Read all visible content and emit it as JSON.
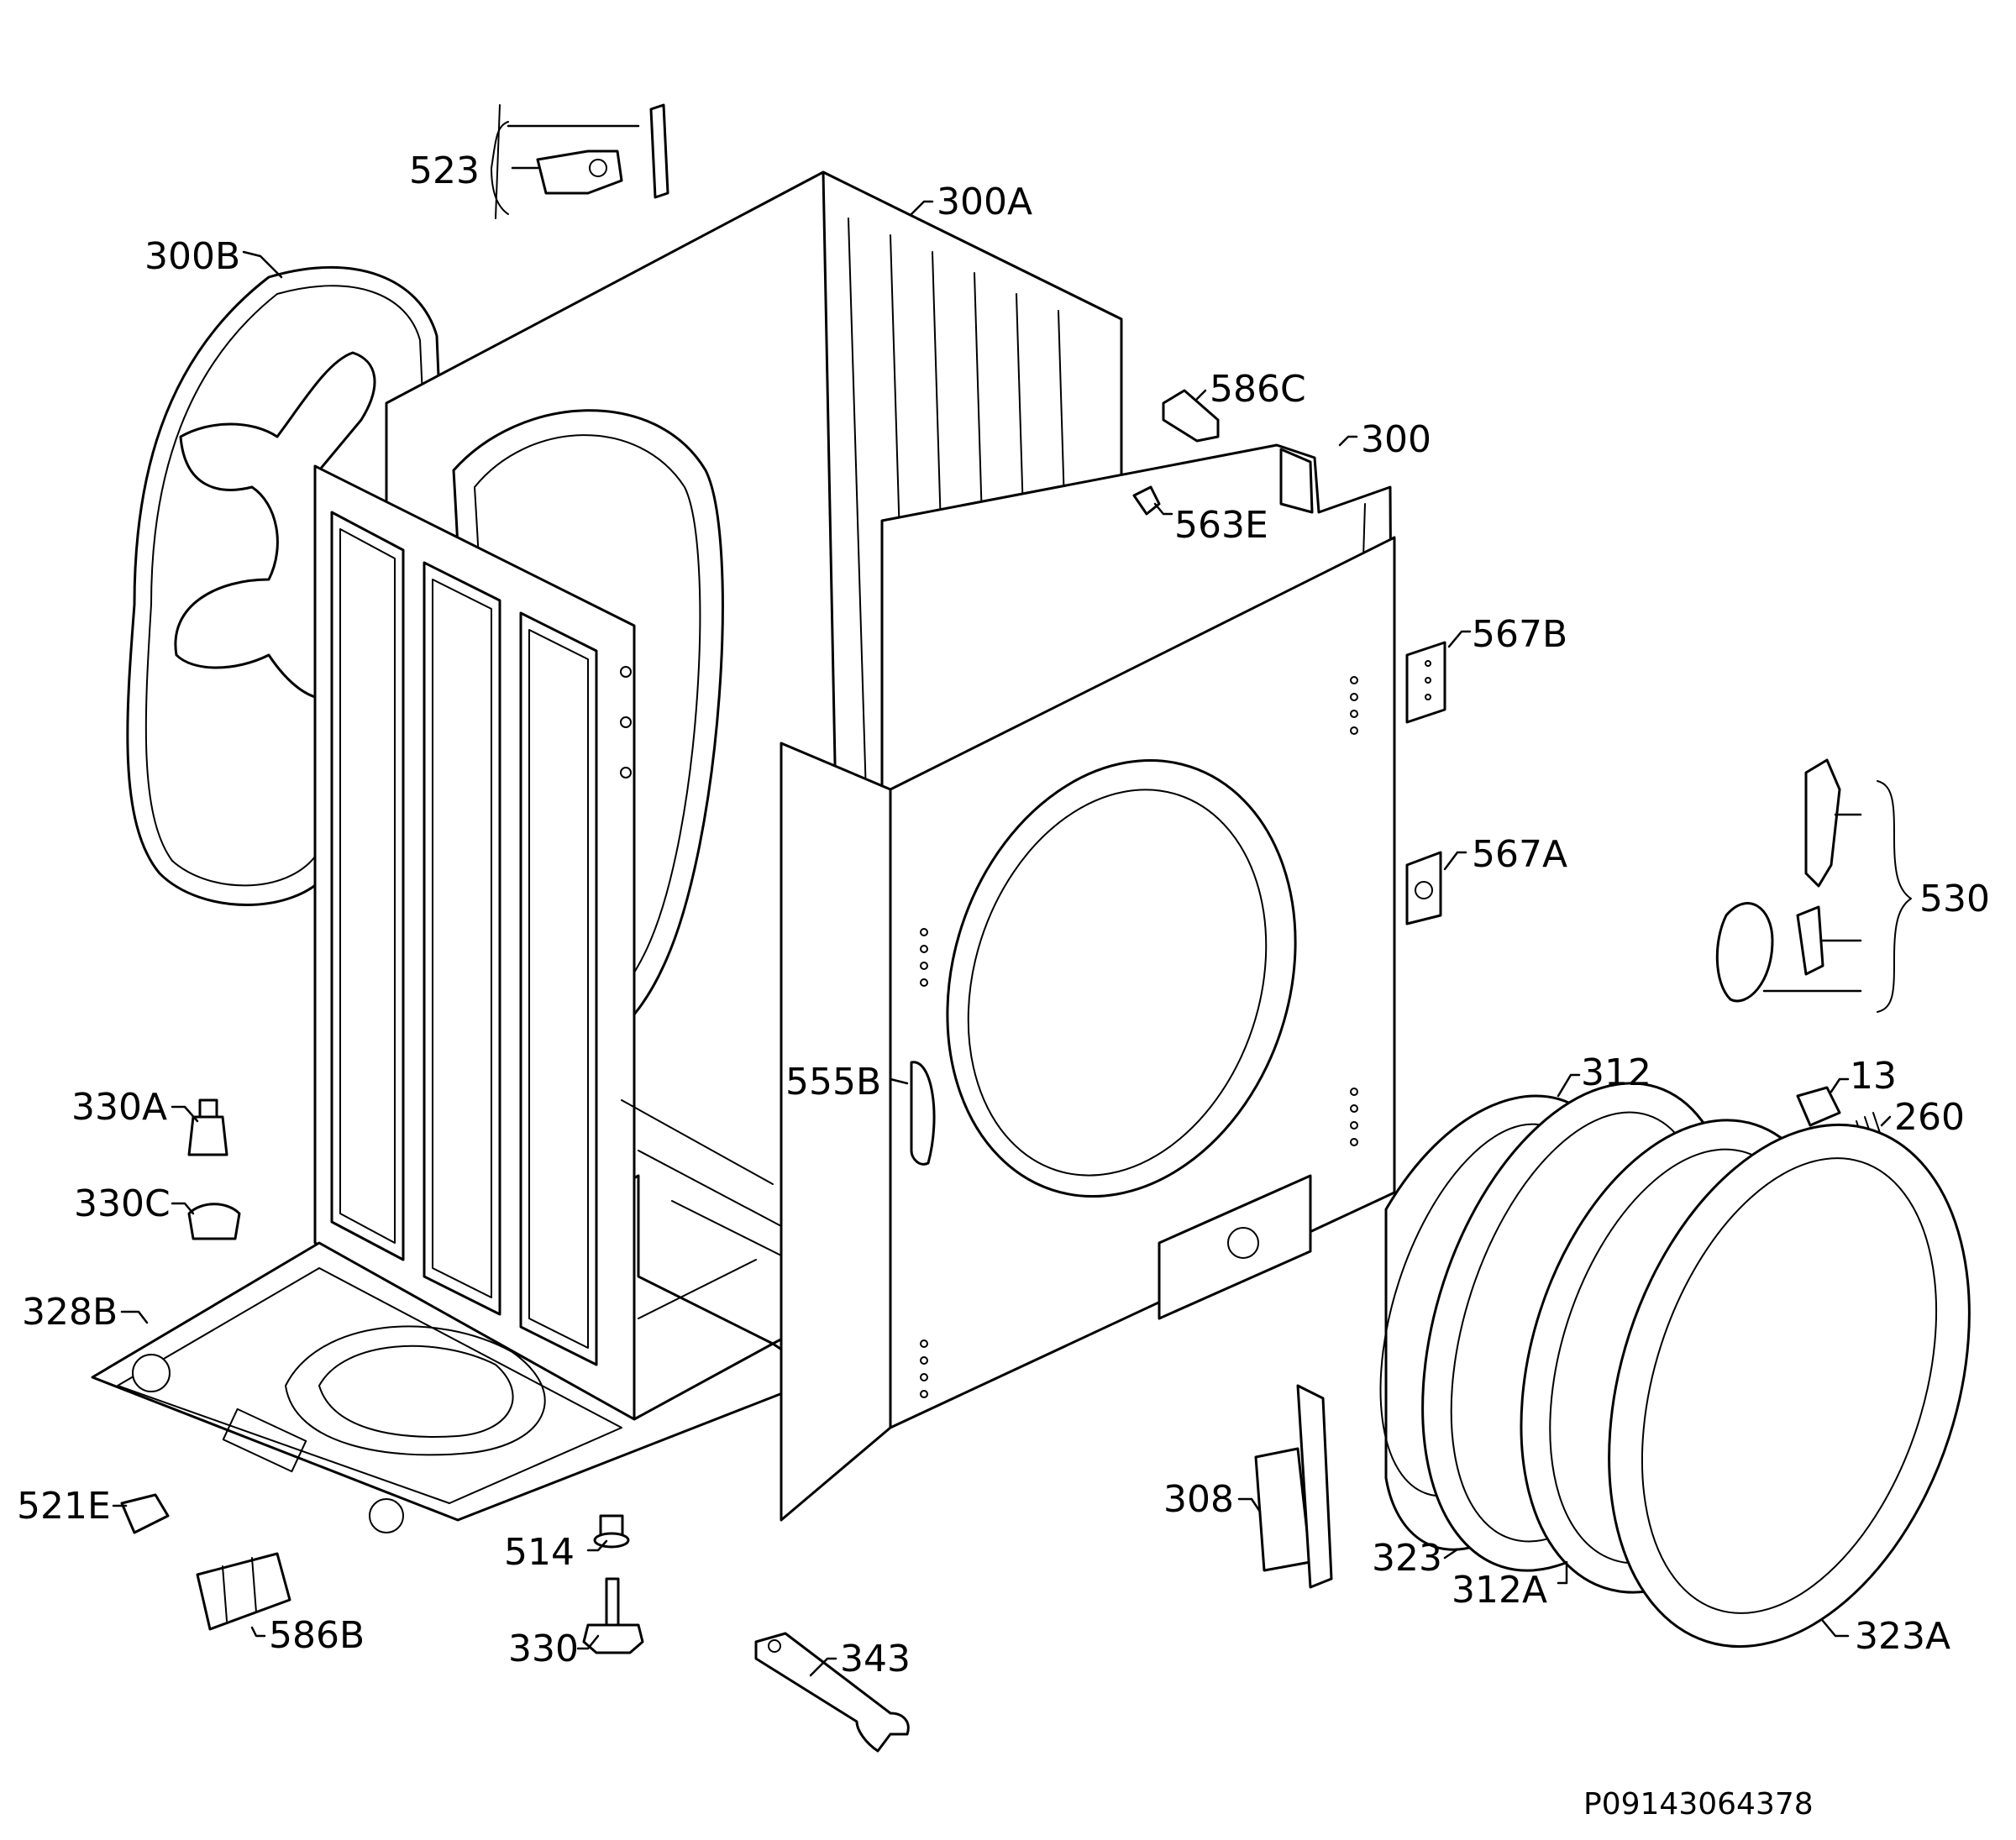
{
  "diagram": {
    "reference_code": "P09143064378",
    "labels": {
      "l523": "523",
      "l300A": "300A",
      "l300B": "300B",
      "l586C": "586C",
      "l300": "300",
      "l563E": "563E",
      "l567B": "567B",
      "l567A": "567A",
      "l530": "530",
      "l312": "312",
      "l13": "13",
      "l260": "260",
      "l555B": "555B",
      "l330A": "330A",
      "l330C": "330C",
      "l328B": "328B",
      "l521E": "521E",
      "l586B": "586B",
      "l514": "514",
      "l330": "330",
      "l343": "343",
      "l308": "308",
      "l323": "323",
      "l312A": "312A",
      "l323A": "323A"
    }
  }
}
